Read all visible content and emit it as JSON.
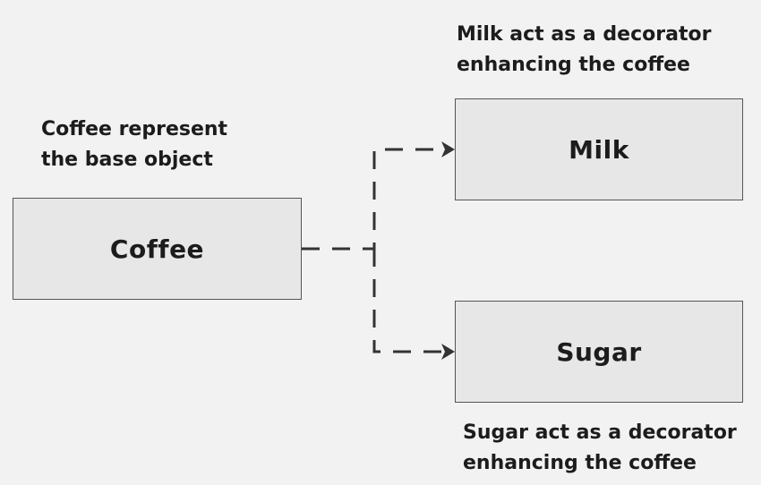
{
  "nodes": {
    "coffee": {
      "label": "Coffee"
    },
    "milk": {
      "label": "Milk"
    },
    "sugar": {
      "label": "Sugar"
    }
  },
  "notes": {
    "coffee": [
      "Coffee represent",
      "the base object"
    ],
    "milk": [
      "Milk act as a decorator",
      "enhancing the coffee"
    ],
    "sugar": [
      "Sugar act as a decorator",
      "enhancing the coffee"
    ]
  },
  "edges": [
    {
      "from": "coffee",
      "to": "milk",
      "style": "dashed"
    },
    {
      "from": "coffee",
      "to": "sugar",
      "style": "dashed"
    }
  ],
  "colors": {
    "background": "#f2f2f2",
    "box_fill": "#e7e7e7",
    "box_border": "#555555",
    "connector": "#333333",
    "text": "#1c1c1c"
  }
}
